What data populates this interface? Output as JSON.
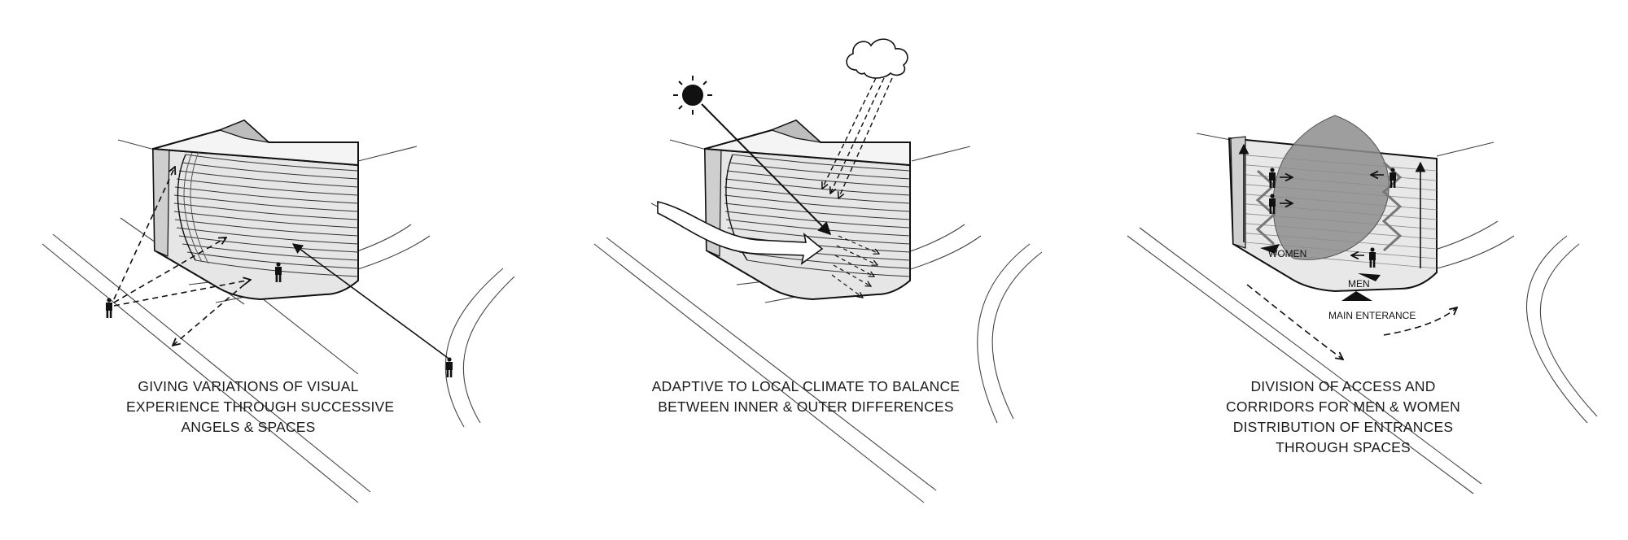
{
  "panels": [
    {
      "caption_lines": [
        "GIVING VARIATIONS OF VISUAL",
        "EXPERIENCE THROUGH SUCCESSIVE",
        "ANGELS & SPACES"
      ]
    },
    {
      "caption_lines": [
        "ADAPTIVE TO LOCAL CLIMATE TO BALANCE",
        "BETWEEN INNER & OUTER DIFFERENCES"
      ]
    },
    {
      "caption_lines": [
        "DIVISION OF ACCESS AND",
        "CORRIDORS FOR MEN & WOMEN",
        "DISTRIBUTION OF ENTRANCES",
        "THROUGH SPACES"
      ],
      "labels": {
        "women": "WOMEN",
        "men": "MEN",
        "main_entrance": "MAIN ENTERANCE"
      }
    }
  ]
}
